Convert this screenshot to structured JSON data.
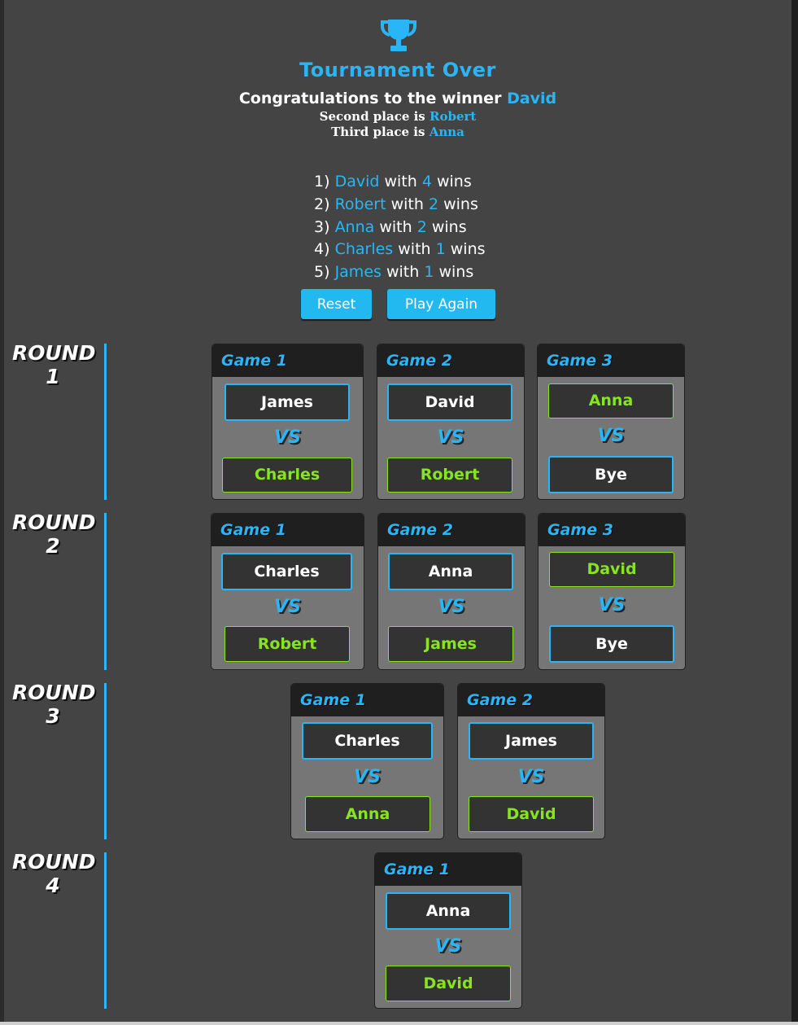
{
  "header": {
    "title": "Tournament Over",
    "congrats_prefix": "Congratulations to the winner ",
    "winner": "David",
    "second_prefix": "Second place is ",
    "second": "Robert",
    "third_prefix": "Third place is ",
    "third": "Anna"
  },
  "standings": [
    {
      "rank": "1)",
      "name": "David",
      "with": "with",
      "wins": "4",
      "suffix": "wins"
    },
    {
      "rank": "2)",
      "name": "Robert",
      "with": "with",
      "wins": "2",
      "suffix": "wins"
    },
    {
      "rank": "3)",
      "name": "Anna",
      "with": "with",
      "wins": "2",
      "suffix": "wins"
    },
    {
      "rank": "4)",
      "name": "Charles",
      "with": "with",
      "wins": "1",
      "suffix": "wins"
    },
    {
      "rank": "5)",
      "name": "James",
      "with": "with",
      "wins": "1",
      "suffix": "wins"
    }
  ],
  "buttons": {
    "reset": "Reset",
    "play_again": "Play Again"
  },
  "vs_label": "VS",
  "colors": {
    "accent": "#29b6f6",
    "winner": "#86e51e",
    "panel": "#444444",
    "header_bar": "#1f1f1f"
  },
  "icons": {
    "trophy": "trophy-icon"
  },
  "rounds": [
    {
      "label_word": "ROUND",
      "label_num": "1",
      "games": [
        {
          "title": "Game 1",
          "player1": "James",
          "player2": "Charles",
          "winner": "Charles"
        },
        {
          "title": "Game 2",
          "player1": "David",
          "player2": "Robert",
          "winner": "Robert"
        },
        {
          "title": "Game 3",
          "player1": "Anna",
          "player2": "Bye",
          "winner": "Anna"
        }
      ]
    },
    {
      "label_word": "ROUND",
      "label_num": "2",
      "games": [
        {
          "title": "Game 1",
          "player1": "Charles",
          "player2": "Robert",
          "winner": "Robert"
        },
        {
          "title": "Game 2",
          "player1": "Anna",
          "player2": "James",
          "winner": "James"
        },
        {
          "title": "Game 3",
          "player1": "David",
          "player2": "Bye",
          "winner": "David"
        }
      ]
    },
    {
      "label_word": "ROUND",
      "label_num": "3",
      "games": [
        {
          "title": "Game 1",
          "player1": "Charles",
          "player2": "Anna",
          "winner": "Anna"
        },
        {
          "title": "Game 2",
          "player1": "James",
          "player2": "David",
          "winner": "David"
        }
      ]
    },
    {
      "label_word": "ROUND",
      "label_num": "4",
      "games": [
        {
          "title": "Game 1",
          "player1": "Anna",
          "player2": "David",
          "winner": "David"
        }
      ]
    }
  ]
}
